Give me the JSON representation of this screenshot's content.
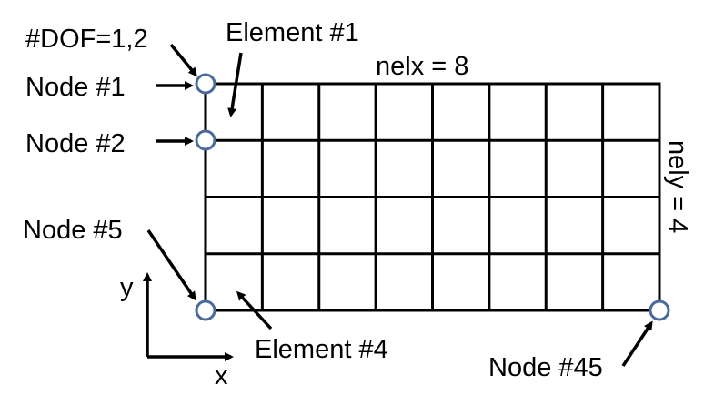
{
  "mesh": {
    "nelx": 8,
    "nely": 4
  },
  "labels": {
    "dof": "#DOF=1,2",
    "element_1": "Element #1",
    "element_4": "Element #4",
    "nelx": "nelx = 8",
    "nely": "nely = 4",
    "node_1": "Node #1",
    "node_2": "Node #2",
    "node_5": "Node #5",
    "node_45": "Node #45",
    "axis_x": "x",
    "axis_y": "y"
  },
  "colors": {
    "grid": "#000000",
    "node_stroke": "#4a6a9b",
    "node_fill": "#ffffff",
    "text": "#000000"
  }
}
